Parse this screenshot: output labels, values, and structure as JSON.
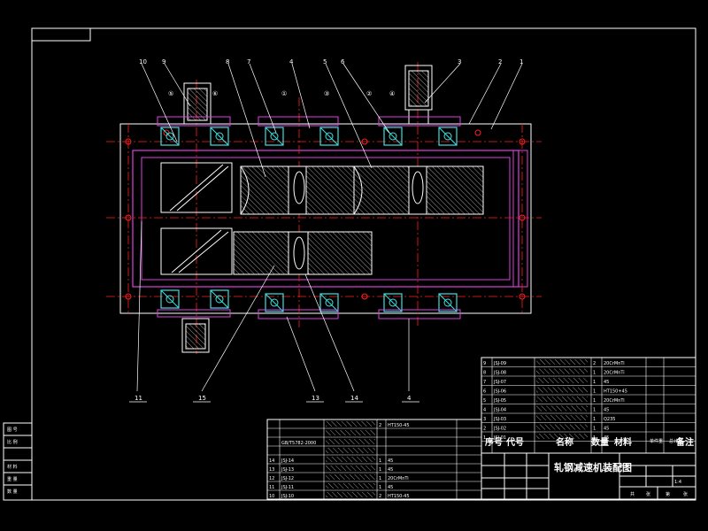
{
  "drawing": {
    "colors": {
      "background": "#000000",
      "frame": "#ffffff",
      "centerline": "#ff2020",
      "housing": "#e040e0",
      "gear": "#ffffff",
      "hatch": "#40e0e0",
      "bearing": "#40e0e0",
      "shaft": "#ffffff",
      "leader": "#ffffff"
    },
    "balloons_top": [
      "10",
      "9",
      "8",
      "7",
      "4",
      "5",
      "6",
      "3",
      "2",
      "1"
    ],
    "balloons_bottom": [
      "11",
      "15",
      "13",
      "14",
      "4"
    ],
    "circle_marks": [
      "⑤",
      "⑥",
      "①",
      "③",
      "②",
      "④"
    ]
  },
  "title_block": {
    "drawing_title": "轧钢减速机装配图",
    "sheet_info": [
      "共",
      "张",
      "第",
      "张"
    ],
    "scale_cells": [
      "1:4",
      "",
      ""
    ],
    "tiny_left": [
      "图 号",
      "比 例",
      "",
      "材 料",
      "重 量",
      "数 量"
    ]
  },
  "parts_list_upper": {
    "header": [
      "序号",
      "代号",
      "名称",
      "数量",
      "材料",
      "单件重",
      "总计重",
      "备注"
    ],
    "rows": [
      [
        "9",
        "JSJ-09",
        "",
        "2",
        "20CrMnTi",
        ""
      ],
      [
        "8",
        "JSJ-08",
        "",
        "1",
        "20CrMnTi",
        ""
      ],
      [
        "7",
        "JSJ-07",
        "",
        "1",
        "45",
        ""
      ],
      [
        "6",
        "JSJ-06",
        "",
        "1",
        "HT150+45",
        ""
      ],
      [
        "5",
        "JSJ-05",
        "",
        "1",
        "20CrMnTi",
        ""
      ],
      [
        "4",
        "JSJ-04",
        "",
        "1",
        "45",
        ""
      ],
      [
        "3",
        "JSJ-03",
        "",
        "1",
        "Q235",
        ""
      ],
      [
        "2",
        "JSJ-02",
        "",
        "1",
        "45",
        ""
      ],
      [
        "1",
        "JSJ-01",
        "",
        "1",
        "45",
        ""
      ]
    ]
  },
  "parts_list_lower": {
    "rows": [
      [
        "",
        "",
        "",
        "2",
        "HT150-45",
        ""
      ],
      [
        "",
        "",
        "",
        "",
        "",
        ""
      ],
      [
        "",
        "GB/T5782-2000",
        "",
        "",
        "",
        ""
      ],
      [
        "",
        "",
        "",
        "",
        "",
        ""
      ],
      [
        "14",
        "JSJ-14",
        "",
        "1",
        "45",
        ""
      ],
      [
        "13",
        "JSJ-13",
        "",
        "1",
        "45",
        ""
      ],
      [
        "12",
        "JSJ-12",
        "",
        "1",
        "20CrMnTi",
        ""
      ],
      [
        "11",
        "JSJ-11",
        "",
        "1",
        "45",
        ""
      ],
      [
        "10",
        "JSJ-10",
        "",
        "2",
        "HT150-45",
        ""
      ]
    ]
  }
}
